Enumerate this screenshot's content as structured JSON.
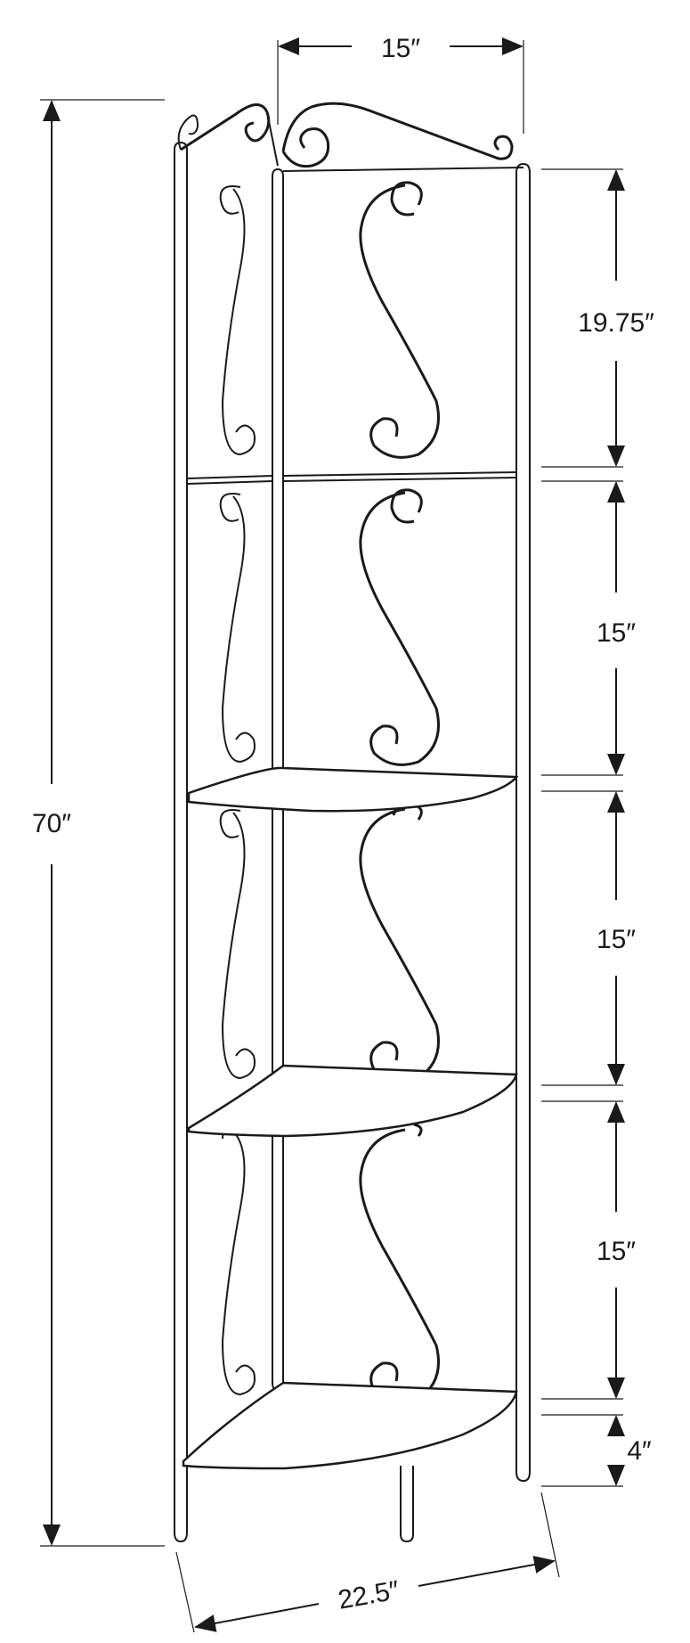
{
  "dimensions": {
    "top_width": "15″",
    "overall_height": "70″",
    "top_section": "19.75″",
    "section_2": "15″",
    "section_3": "15″",
    "section_4": "15″",
    "bottom_clearance": "4″",
    "base_width": "22.5″"
  },
  "colors": {
    "line": "#1a1a1a",
    "background": "#ffffff"
  }
}
